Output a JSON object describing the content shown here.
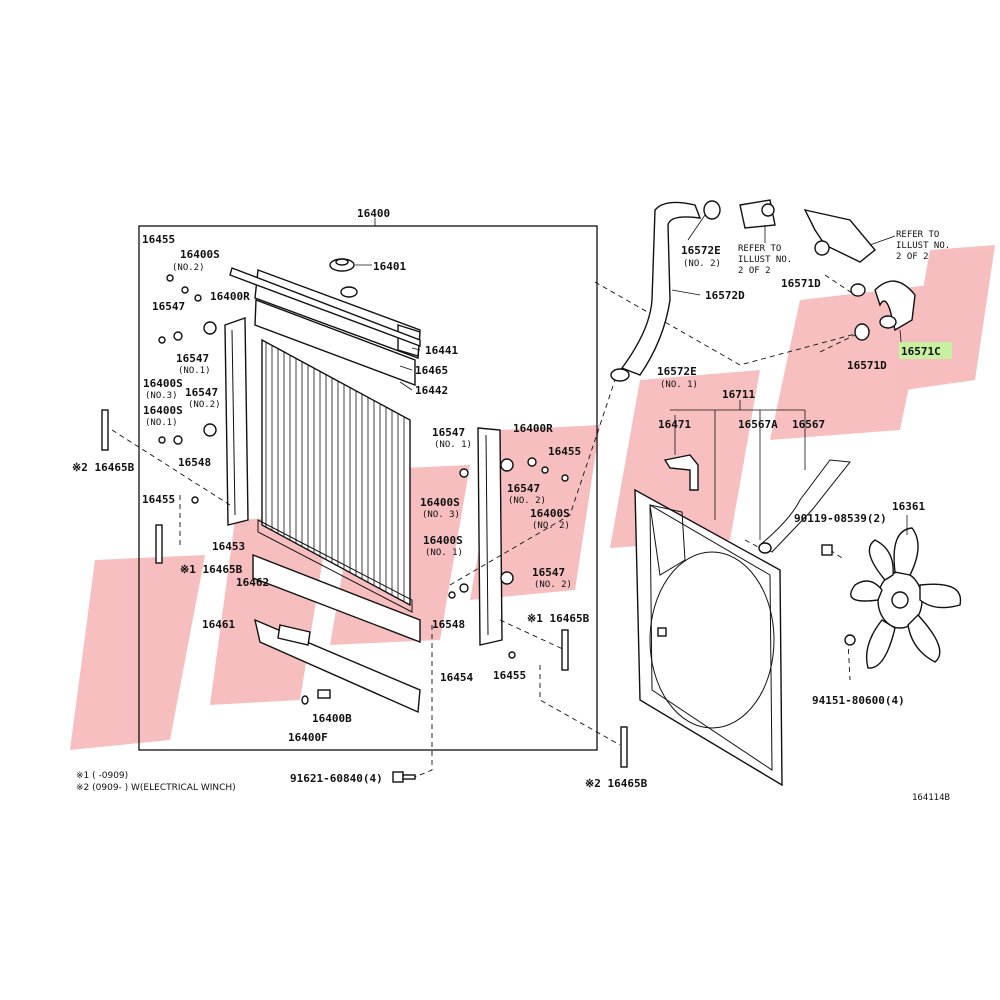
{
  "watermark": {
    "color": "#f08080"
  },
  "diagram_code": "164114B",
  "labels": {
    "16400": "16400",
    "16455_a": "16455",
    "16400S_no2_a": "16400S",
    "16400S_no2_a_sub": "(NO.2)",
    "16400R_left": "16400R",
    "16547_left_a": "16547",
    "16547_left_a_sub": "(NO.1)",
    "16400S_no3_left": "16400S",
    "16400S_no3_left_sub": "(NO.3)",
    "16547_left_b": "16547",
    "16547_left_b_sub": "(NO.2)",
    "16400S_no1_left": "16400S",
    "16400S_no1_left_sub": "(NO.1)",
    "16548_left": "16548",
    "16465B_left_top": "※2 16465B",
    "16455_b": "16455",
    "16453": "16453",
    "16465B_left_mid": "※1 16465B",
    "16462": "16462",
    "16461": "16461",
    "16400B": "16400B",
    "16400F": "16400F",
    "16401": "16401",
    "16441": "16441",
    "16465": "16465",
    "16442": "16442",
    "16547_right_a": "16547",
    "16547_right_a_sub": "(NO. 1)",
    "16400R_right": "16400R",
    "16455_right": "16455",
    "16547_right_b": "16547",
    "16547_right_b_sub": "(NO. 2)",
    "16400S_no3_right": "16400S",
    "16400S_no3_right_sub": "(NO. 3)",
    "16400S_no2_right": "16400S",
    "16400S_no2_right_sub": "(NO. 2)",
    "16400S_no1_right": "16400S",
    "16400S_no1_right_sub": "(NO. 1)",
    "16547_right_c": "16547",
    "16547_right_c_sub": "(NO. 2)",
    "16548_right": "16548",
    "16465B_right_mid": "※1 16465B",
    "16454": "16454",
    "16455_bottom": "16455",
    "91621": "91621-60840(4)",
    "16465B_bottom": "※2 16465B",
    "16572E_no2": "16572E",
    "16572E_no2_sub": "(NO. 2)",
    "refer_1": "REFER TO",
    "refer_2": "ILLUST NO.",
    "refer_3": "2 OF 2",
    "refer_b_1": "REFER TO",
    "refer_b_2": "ILLUST NO.",
    "refer_b_3": "2 OF 2",
    "16572D": "16572D",
    "16571D_a": "16571D",
    "16571C": "16571C",
    "16571D_b": "16571D",
    "16572E_no1": "16572E",
    "16572E_no1_sub": "(NO. 1)",
    "16711": "16711",
    "16471": "16471",
    "16567A": "16567A",
    "16567": "16567",
    "90119": "90119-08539(2)",
    "16361": "16361",
    "94151": "94151-80600(4)"
  },
  "notes": {
    "n1": "※1 (     -0909)",
    "n2": "※2 (0909-     ) W(ELECTRICAL WINCH)"
  }
}
